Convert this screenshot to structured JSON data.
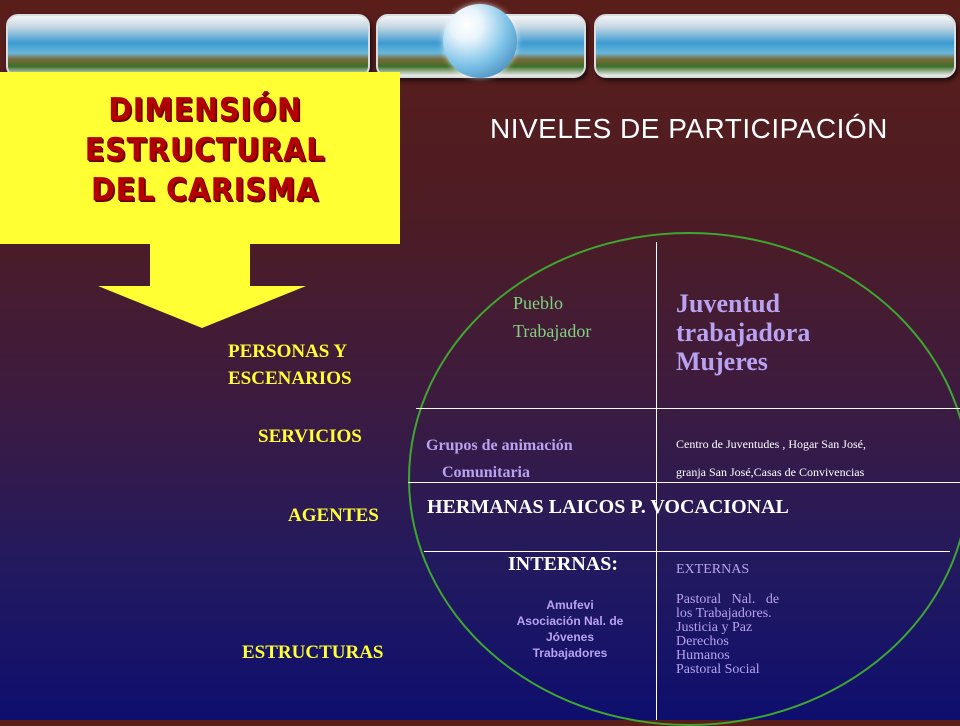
{
  "header": {
    "title": "NIVELES DE PARTICIPACIÓN",
    "dimension_title": [
      "DIMENSIÓN",
      "ESTRUCTURAL",
      "DEL CARISMA"
    ]
  },
  "left_labels": {
    "personas": [
      "PERSONAS Y",
      "ESCENARIOS"
    ],
    "servicios": "SERVICIOS",
    "agentes": "AGENTES",
    "estructuras": "ESTRUCTURAS"
  },
  "quadrants": {
    "pueblo": [
      "Pueblo",
      "Trabajador"
    ],
    "juventud": [
      "Juventud",
      "trabajadora",
      "Mujeres"
    ],
    "grupos": [
      "Grupos de animación",
      "Comunitaria"
    ],
    "centro": [
      "Centro de Juventudes , Hogar San José,",
      "granja San José,Casas de Convivencias"
    ],
    "agentes_row": "HERMANAS LAICOS P. VOCACIONAL",
    "internas_title": "INTERNAS:",
    "internas_items": [
      "Amufevi",
      "Asociación Nal. de",
      "Jóvenes",
      "Trabajadores"
    ],
    "externas_title": "EXTERNAS",
    "externas_items": [
      "Pastoral   Nal.   de",
      "los Trabajadores.",
      "Justicia y Paz",
      "Derechos",
      "Humanos",
      "Pastoral Social"
    ]
  },
  "colors": {
    "yellow": "#ffff33",
    "dark_red": "#b40000",
    "green": "#3fa62f",
    "lilac": "#b9a3f0",
    "light_green": "#7fd37f"
  }
}
